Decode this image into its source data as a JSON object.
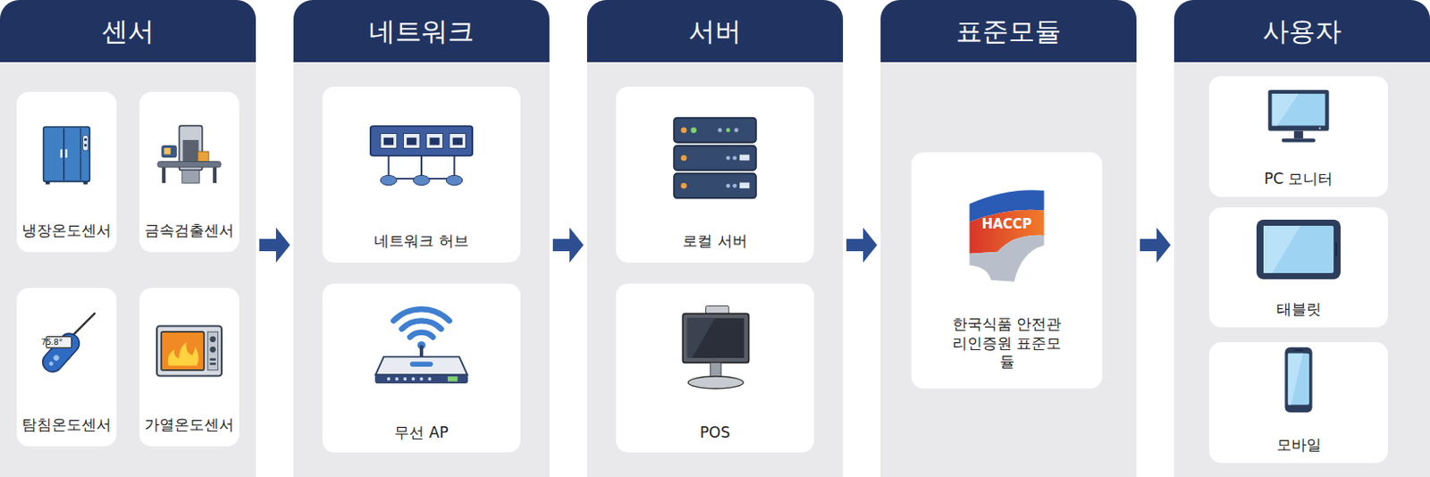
{
  "diagram": {
    "nodes": [
      {
        "text": [
          "센서"
        ]
      },
      {
        "text": [
          "냉장온도센서"
        ],
        "in": 0
      },
      {
        "text": [
          "금속검출센서"
        ],
        "in": 0
      },
      {
        "text": [
          "탐침온도센서"
        ],
        "in": 0
      },
      {
        "text": [
          "가열온도센서"
        ],
        "in": 0
      },
      {
        "text": [
          "네트워크"
        ]
      },
      {
        "text": [
          "네트워크 허브"
        ],
        "in": 5
      },
      {
        "text": [
          "무선 AP"
        ],
        "in": 5
      },
      {
        "text": [
          "서버"
        ]
      },
      {
        "text": [
          "로컬 서버"
        ],
        "in": 8
      },
      {
        "text": [
          "POS"
        ],
        "in": 8
      },
      {
        "text": [
          "표준모듈"
        ]
      },
      {
        "text": [
          "한국식품 안전관리인증원 표준모듈"
        ],
        "in": 11
      },
      {
        "text": [
          "사용자"
        ]
      },
      {
        "text": [
          "PC 모니터"
        ],
        "in": 13
      },
      {
        "text": [
          "태블릿"
        ],
        "in": 13
      },
      {
        "text": [
          "모바일"
        ],
        "in": 13
      }
    ],
    "edges": [
      {
        "from": 0,
        "to": 5,
        "arrow": "to"
      },
      {
        "from": 5,
        "to": 8,
        "arrow": "to"
      },
      {
        "from": 8,
        "to": 11,
        "arrow": "to"
      },
      {
        "from": 11,
        "to": 13,
        "arrow": "to"
      }
    ],
    "labels": [
      "75.8°",
      "HACCP"
    ]
  }
}
